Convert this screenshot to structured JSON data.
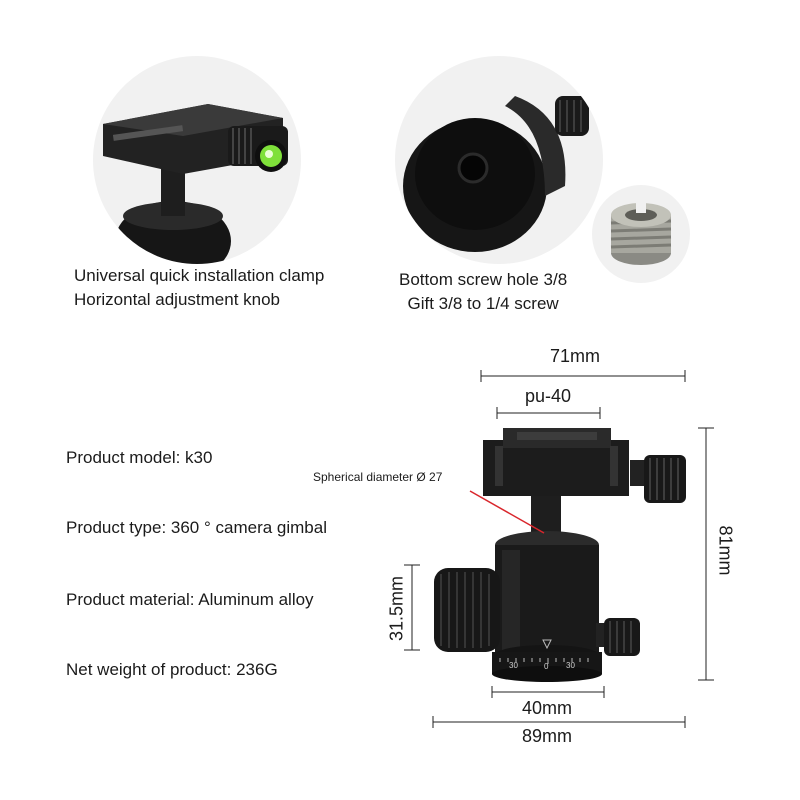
{
  "captions": {
    "clamp_line1": "Universal quick installation clamp",
    "clamp_line2": "Horizontal adjustment knob",
    "screw_line1": "Bottom screw hole 3/8",
    "screw_line2": "Gift 3/8 to 1/4 screw"
  },
  "specs": {
    "model": "Product model: k30",
    "type": "Product type: 360 ° camera gimbal",
    "material": "Product material: Aluminum alloy",
    "weight": "Net weight of product: 236G"
  },
  "dimensions": {
    "top_width": "71mm",
    "plate": "pu-40",
    "sphere": "Spherical diameter Ø 27",
    "height": "81mm",
    "ball_height": "31.5mm",
    "base_width": "40mm",
    "total_width": "89mm"
  },
  "dial": {
    "left": "30",
    "center": "0",
    "right": "30"
  },
  "colors": {
    "metal": "#1c1c1c",
    "bubble": "#7fe03a",
    "pointer": "#d9262c"
  }
}
